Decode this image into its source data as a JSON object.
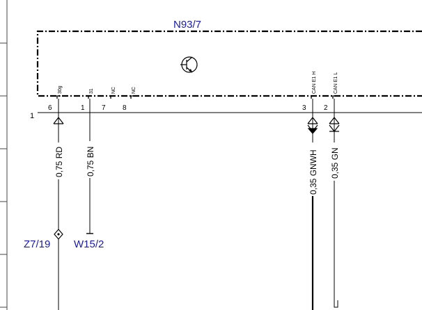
{
  "component": {
    "id": "N93/7"
  },
  "left_ref": "1",
  "pins": [
    {
      "label": "30g",
      "number": "6"
    },
    {
      "label": "31",
      "number": "1"
    },
    {
      "label": "NC",
      "number": "7"
    },
    {
      "label": "NC",
      "number": "8"
    },
    {
      "label": "CAN E1 H",
      "number": "3"
    },
    {
      "label": "CAN E1 L",
      "number": "2"
    }
  ],
  "wires": [
    {
      "spec": "0,75 RD",
      "connector": "Z7/19"
    },
    {
      "spec": "0,75 BN",
      "connector": "W15/2"
    },
    {
      "spec": "0,35 GNWH"
    },
    {
      "spec": "0,35 GN"
    }
  ],
  "colors": {
    "reference": "#1a1aa6",
    "line": "#000000",
    "frame": "#444444"
  }
}
